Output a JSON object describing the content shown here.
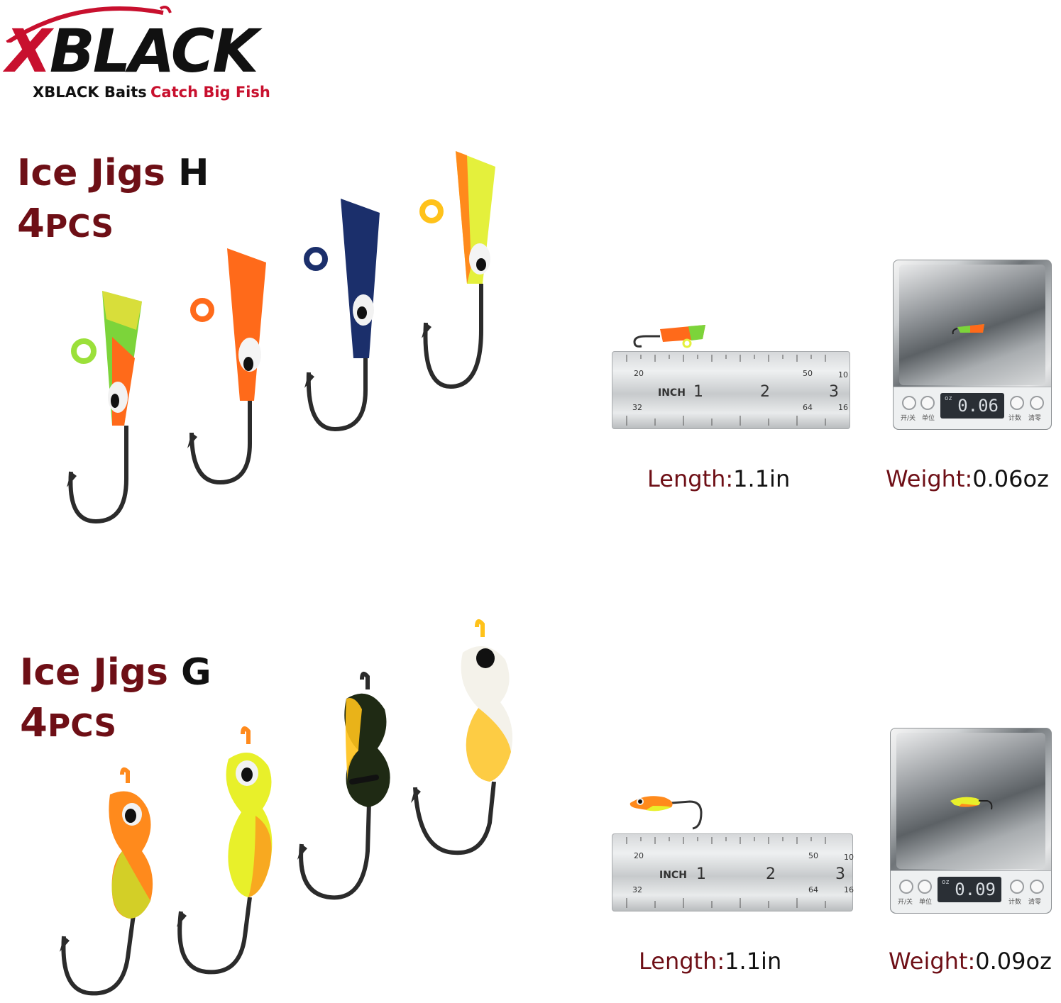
{
  "brand": {
    "logo_mark": "X",
    "logo_word": "BLACK",
    "sub_brand": "XBLACK Baits",
    "tagline": "Catch Big Fish"
  },
  "sections": [
    {
      "name_prefix": "Ice Jigs",
      "name_letter": "H",
      "count_number": "4",
      "count_unit": "PCS",
      "length_label": "Length:",
      "length_value": "1.1in",
      "weight_label": "Weight:",
      "weight_value": "0.06oz",
      "scale_unit": "oz",
      "scale_reading": "0.06",
      "jig_colors": [
        "#7cd43a",
        "#ff6a1a",
        "#1b2f6b",
        "#e4f03c"
      ]
    },
    {
      "name_prefix": "Ice Jigs",
      "name_letter": "G",
      "count_number": "4",
      "count_unit": "PCS",
      "length_label": "Length:",
      "length_value": "1.1in",
      "weight_label": "Weight:",
      "weight_value": "0.09oz",
      "scale_unit": "oz",
      "scale_reading": "0.09",
      "jig_colors": [
        "#ff8a1c",
        "#e8f02a",
        "#1f2a14",
        "#f4f2ea"
      ]
    }
  ],
  "ruler": {
    "unit_label": "INCH",
    "inch_marks": [
      "1",
      "2",
      "3"
    ],
    "top_small": [
      "20",
      "50",
      "10"
    ],
    "bottom_small": [
      "32",
      "64",
      "16"
    ]
  },
  "scale_buttons": [
    "开/关",
    "单位",
    "计数",
    "清零"
  ],
  "colors": {
    "brand_red": "#c8102e",
    "title_maroon": "#6e0f16",
    "hook": "#2b2b2b"
  }
}
